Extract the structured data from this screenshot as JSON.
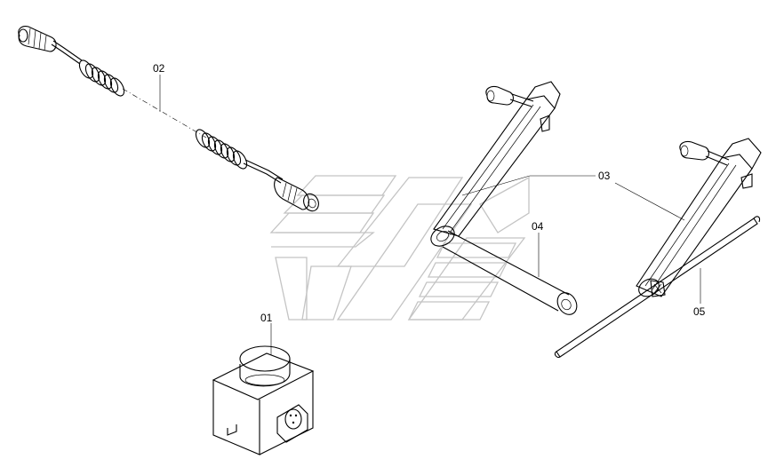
{
  "callouts": {
    "c01": "01",
    "c02": "02",
    "c03": "03",
    "c04": "04",
    "c05": "05"
  },
  "colors": {
    "line": "#000000",
    "watermark": "#c4c4c4",
    "background": "#ffffff"
  }
}
